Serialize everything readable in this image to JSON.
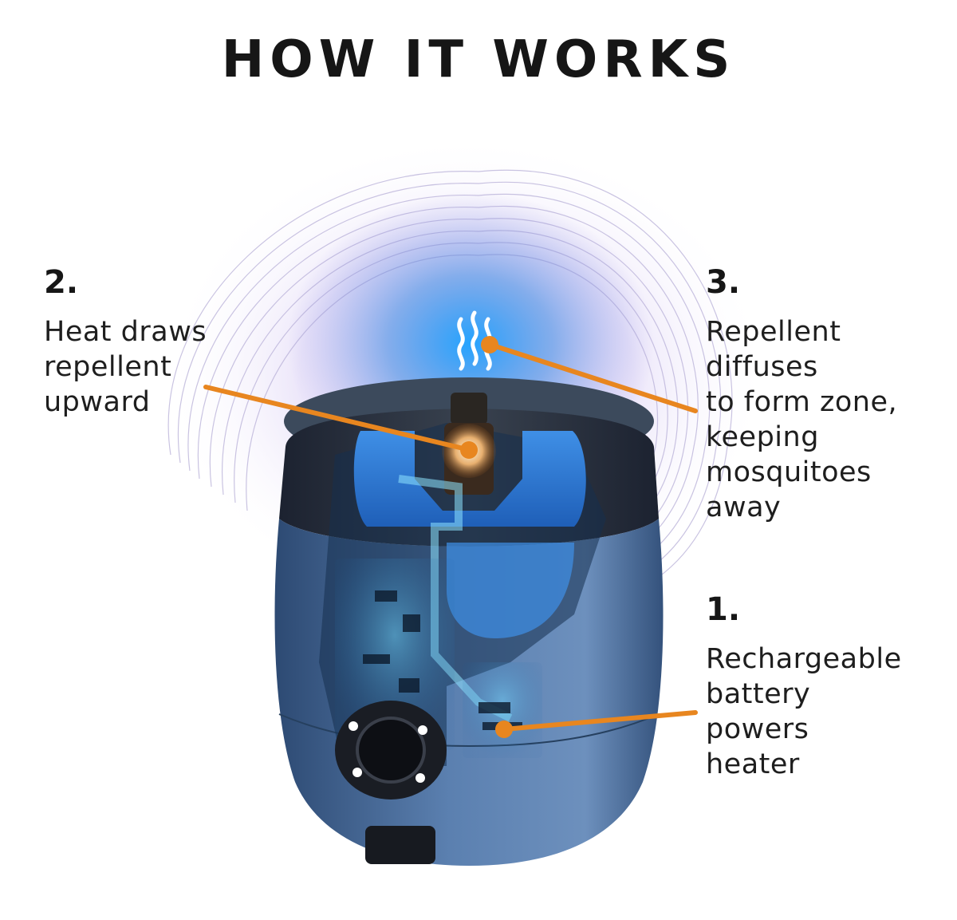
{
  "title": "HOW IT WORKS",
  "colors": {
    "accent": "#e8861f",
    "body_blue": "#4a6e9c",
    "glow": "#1e9cf0",
    "band": "#2a3240"
  },
  "callouts": [
    {
      "id": "step-1",
      "number": "1.",
      "text": "Rechargeable\nbattery\npowers\nheater"
    },
    {
      "id": "step-2",
      "number": "2.",
      "text": "Heat draws\nrepellent\nupward"
    },
    {
      "id": "step-3",
      "number": "3.",
      "text": "Repellent\ndiffuses\nto form zone,\nkeeping\nmosquitoes\naway"
    }
  ]
}
